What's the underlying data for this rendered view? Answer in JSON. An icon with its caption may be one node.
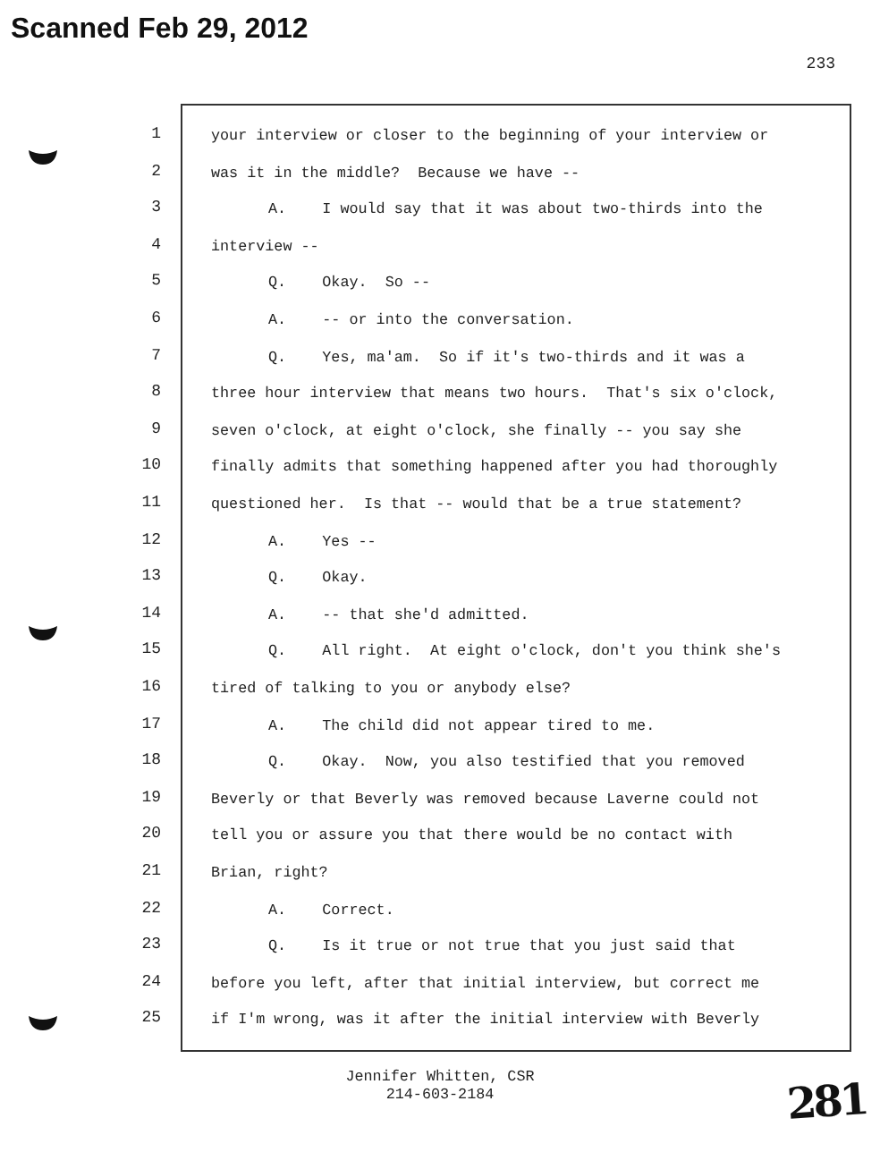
{
  "diagram": {
    "nodes": [
      {
        "text": [
          "your interview or closer to the beginning of your interview or",
          "was it in the middle?  Because we have --",
          "A.    I would say that it was about two-thirds into the",
          "interview --",
          "Q.    Okay.  So --",
          "A.    -- or into the conversation.",
          "Q.    Yes, ma'am.  So if it's two-thirds and it was a",
          "three hour interview that means two hours.  That's six o'clock,",
          "seven o'clock, at eight o'clock, she finally -- you say she",
          "finally admits that something happened after you had thoroughly",
          "questioned her.  Is that -- would that be a true statement?",
          "A.    Yes --",
          "Q.    Okay.",
          "A.    -- that she'd admitted.",
          "Q.    All right.  At eight o'clock, don't you think she's",
          "tired of talking to you or anybody else?",
          "A.    The child did not appear tired to me.",
          "Q.    Okay.  Now, you also testified that you removed",
          "Beverly or that Beverly was removed because Laverne could not",
          "tell you or assure you that there would be no contact with",
          "Brian, right?",
          "A.    Correct.",
          "Q.    Is it true or not true that you just said that",
          "before you left, after that initial interview, but correct me",
          "if I'm wrong, was it after the initial interview with Beverly"
        ],
        "beside": [
          "1",
          "2",
          "3",
          "4",
          "5",
          "6",
          "7",
          "8",
          "9",
          "10",
          "11",
          "12",
          "13",
          "14",
          "15",
          "16",
          "17",
          "18",
          "19",
          "20",
          "21",
          "22",
          "23",
          "24",
          "25"
        ]
      }
    ],
    "edges": [],
    "labels": [
      "Scanned Feb 29, 2012",
      "233",
      "Jennifer Whitten, CSR",
      "214-603-2184",
      "281"
    ]
  }
}
